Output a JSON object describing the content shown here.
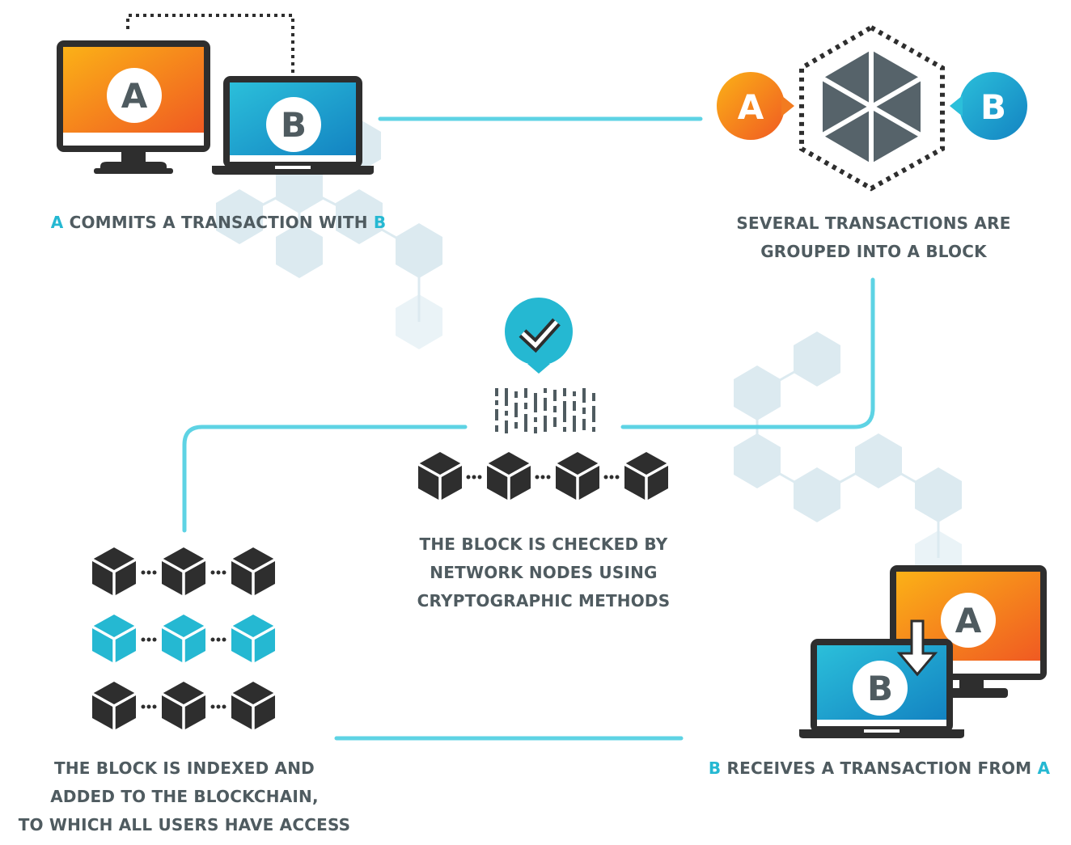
{
  "colors": {
    "accent": "#25b8d2",
    "connector": "#5ed3e4",
    "hex_bg": "#d6e7ee",
    "dark": "#2e2e2e",
    "slate": "#4f5b60",
    "orange_start": "#fbb117",
    "orange_end": "#f05a22",
    "blue_start": "#2bbfda",
    "blue_end": "#1383c2"
  },
  "icons": {
    "computers_top": [
      "desktop-icon",
      "laptop-icon"
    ],
    "block": "hexagon-block-icon",
    "verify": "checkmark-badge-icon",
    "ledger": "cube-icon",
    "download": "down-arrow-icon"
  },
  "steps": {
    "commit": {
      "party_a": "A",
      "text": "COMMITS A TRANSACTION WITH",
      "party_b": "B",
      "badge_desktop": "A",
      "badge_laptop": "B"
    },
    "group": {
      "line1": "SEVERAL TRANSACTIONS ARE",
      "line2": "GROUPED INTO A BLOCK",
      "bubble_left": "A",
      "bubble_right": "B"
    },
    "check": {
      "line1": "THE BLOCK IS CHECKED BY",
      "line2": "NETWORK NODES USING",
      "line3": "CRYPTOGRAPHIC METHODS"
    },
    "index": {
      "line1": "THE BLOCK IS INDEXED AND",
      "line2": "ADDED TO THE BLOCKCHAIN,",
      "line3": "TO WHICH ALL USERS HAVE ACCESS"
    },
    "receive": {
      "party_b": "B",
      "text": "RECEIVES A TRANSACTION FROM",
      "party_a": "A",
      "badge_desktop": "A",
      "badge_laptop": "B"
    }
  }
}
